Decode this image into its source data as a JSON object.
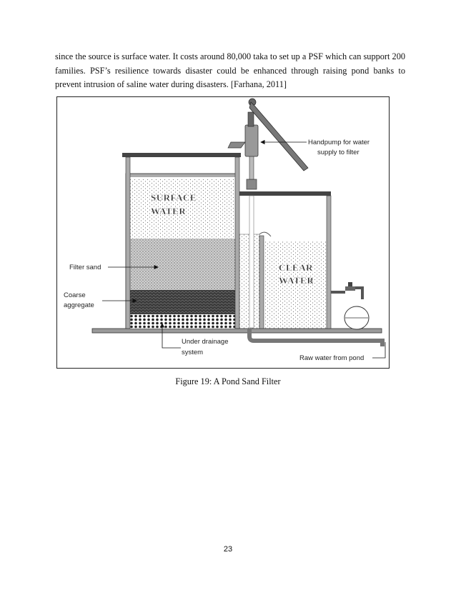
{
  "body_text": "since the source is surface water. It costs around 80,000 taka to set up a PSF which can support 200 families. PSF’s resilience towards disaster could be enhanced through raising pond banks to prevent intrusion of saline water during disasters. [Farhana, 2011]",
  "figure": {
    "labels": {
      "handpump_line1": "Handpump for water",
      "handpump_line2": "supply to filter",
      "surface_line1": "SURFACE",
      "surface_line2": "WATER",
      "clear_line1": "CLEAR",
      "clear_line2": "WATER",
      "filter_sand": "Filter sand",
      "coarse_line1": "Coarse",
      "coarse_line2": "aggregate",
      "underdrain_line1": "Under drainage",
      "underdrain_line2": "system",
      "raw_water": "Raw water from pond"
    }
  },
  "caption": "Figure 19: A Pond Sand Filter",
  "page_number": "23"
}
